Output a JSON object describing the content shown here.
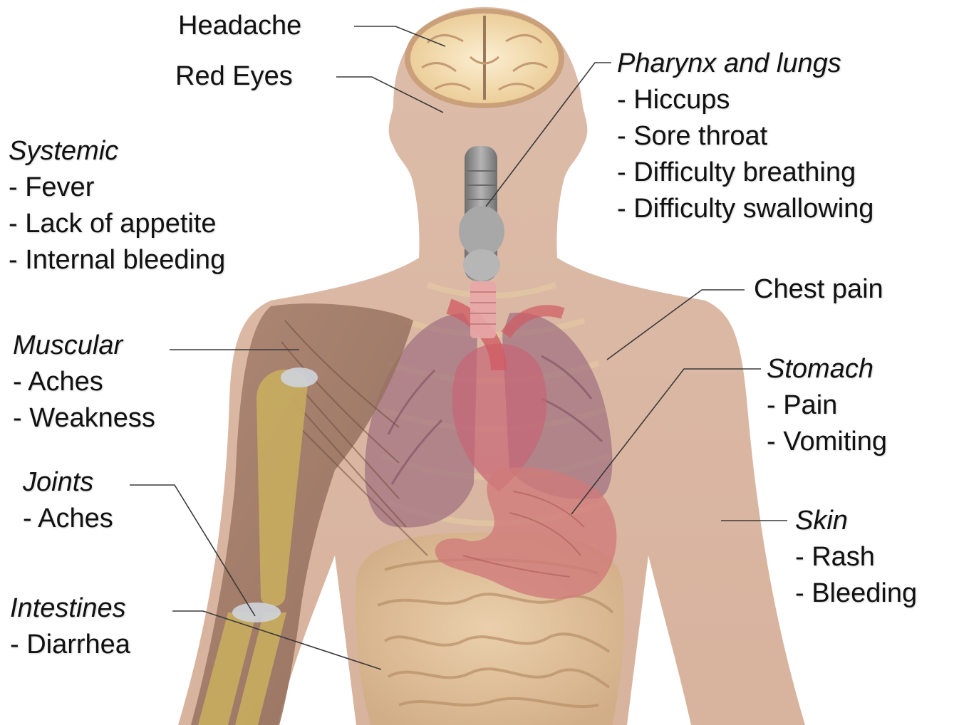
{
  "colors": {
    "skin": "#dcbaa6",
    "brain": "#f2dcae",
    "muscle": "#9b7463",
    "bone": "#c8ad5f",
    "lungs": "#a0707f",
    "heart": "#c86070",
    "stomach": "#cf7a7a",
    "intestines": "#e1c39e",
    "trachea": "#8e8e8e",
    "leader_line": "#333333"
  },
  "labels": {
    "headache": "Headache",
    "red_eyes": "Red Eyes",
    "chest_pain": "Chest pain",
    "systemic": {
      "heading": "Systemic",
      "items": [
        "- Fever",
        "- Lack of appetite",
        "- Internal bleeding"
      ]
    },
    "pharynx": {
      "heading": "Pharynx and lungs",
      "items": [
        "- Hiccups",
        "- Sore throat",
        "- Difficulty breathing",
        "- Difficulty swallowing"
      ]
    },
    "muscular": {
      "heading": "Muscular",
      "items": [
        "- Aches",
        "- Weakness"
      ]
    },
    "stomach": {
      "heading": "Stomach",
      "items": [
        "- Pain",
        "- Vomiting"
      ]
    },
    "joints": {
      "heading": "Joints",
      "items": [
        "- Aches"
      ]
    },
    "skin": {
      "heading": "Skin",
      "items": [
        "- Rash",
        "- Bleeding"
      ]
    },
    "intestines": {
      "heading": "Intestines",
      "items": [
        "- Diarrhea"
      ]
    }
  }
}
